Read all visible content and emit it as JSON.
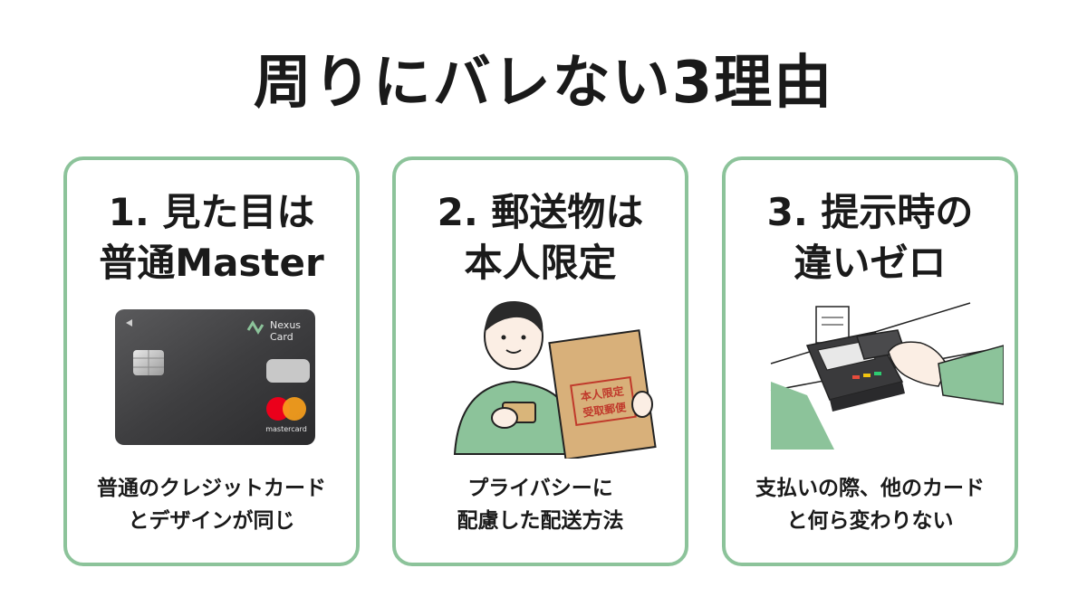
{
  "title": "周りにバレない3理由",
  "colors": {
    "accent_green": "#8cc39a",
    "text": "#1a1a1a"
  },
  "cards": [
    {
      "heading_lines": [
        "1. 見た目は",
        "普通Master"
      ],
      "desc_lines": [
        "普通のクレジットカード",
        "とデザインが同じ"
      ],
      "illustration": "credit-card",
      "card_brand_lines": [
        "Nexus",
        "Card"
      ],
      "card_network": "mastercard"
    },
    {
      "heading_lines": [
        "2. 郵送物は",
        "本人限定"
      ],
      "desc_lines": [
        "プライバシーに",
        "配慮した配送方法"
      ],
      "illustration": "person-with-envelope",
      "stamp_lines": [
        "本人限定",
        "受取郵便"
      ]
    },
    {
      "heading_lines": [
        "3. 提示時の",
        "違いゼロ"
      ],
      "desc_lines": [
        "支払いの際、他のカード",
        "と何ら変わりない"
      ],
      "illustration": "card-terminal-payment"
    }
  ]
}
